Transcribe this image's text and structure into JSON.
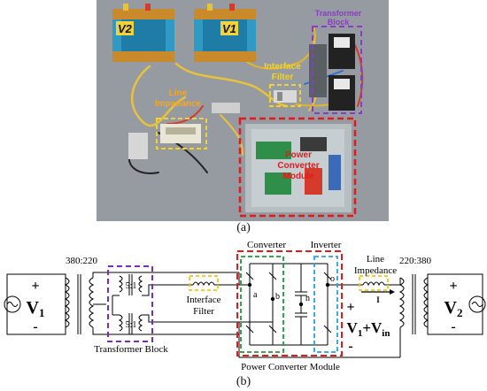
{
  "caption_a": "(a)",
  "caption_b": "(b)",
  "photo": {
    "labels": {
      "v2": "V2",
      "v1": "V1",
      "transformer_block_line1": "Transformer",
      "transformer_block_line2": "Block",
      "interface_filter_line1": "Interface",
      "interface_filter_line2": "Filter",
      "line_impedance_line1": "Line",
      "line_impedance_line2": "Impedance",
      "power_converter_line1": "Power",
      "power_converter_line2": "Converter",
      "power_converter_line3": "Module"
    },
    "colors": {
      "yellow": "#f2d22b",
      "purple": "#8a3cc8",
      "red": "#e41a1a",
      "orange_text": "#f5a623"
    }
  },
  "schematic": {
    "v1_sign_plus": "+",
    "v1_label": "V",
    "v1_sub": "1",
    "v1_sign_minus": "-",
    "ratio_left": "380:220",
    "ratio_top": "5:1",
    "ratio_bottom": "5:1",
    "transformer_block": "Transformer Block",
    "interface_filter_line1": "Interface",
    "interface_filter_line2": "Filter",
    "converter": "Converter",
    "inverter": "Inverter",
    "node_a": "a",
    "node_b": "b",
    "node_n": "n",
    "node_o": "o",
    "power_converter_module": "Power Converter Module",
    "line_impedance_line1": "Line",
    "line_impedance_line2": "Impedance",
    "current_label": "I",
    "ratio_right": "220:380",
    "mid_plus": "+",
    "mid_label_v": "V",
    "mid_label_sub1": "1",
    "mid_label_plus": "+V",
    "mid_label_sub2": "in",
    "mid_minus": "-",
    "v2_sign_plus": "+",
    "v2_label": "V",
    "v2_sub": "2",
    "v2_sign_minus": "-",
    "colors": {
      "purple": "#7a2cbf",
      "yellow": "#f2c21b",
      "green": "#1c9a3c",
      "red": "#e01b1b",
      "blue": "#2aa3e0"
    }
  }
}
